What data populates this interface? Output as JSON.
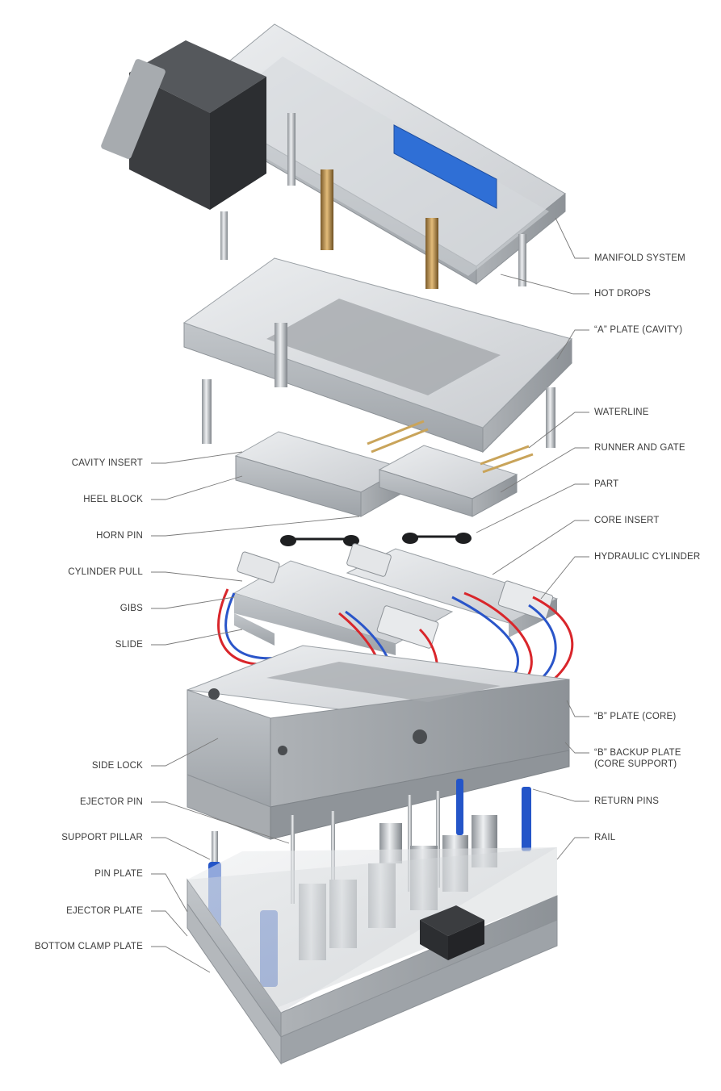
{
  "left_labels": [
    {
      "key": "cavity_insert",
      "text": "CAVITY INSERT"
    },
    {
      "key": "heel_block",
      "text": "HEEL BLOCK"
    },
    {
      "key": "horn_pin",
      "text": "HORN PIN"
    },
    {
      "key": "cylinder_pull",
      "text": "CYLINDER PULL"
    },
    {
      "key": "gibs",
      "text": "GIBS"
    },
    {
      "key": "slide",
      "text": "SLIDE"
    },
    {
      "key": "side_lock",
      "text": "SIDE LOCK"
    },
    {
      "key": "ejector_pin",
      "text": "EJECTOR PIN"
    },
    {
      "key": "support_pillar",
      "text": "SUPPORT PILLAR"
    },
    {
      "key": "pin_plate",
      "text": "PIN PLATE"
    },
    {
      "key": "ejector_plate",
      "text": "EJECTOR PLATE"
    },
    {
      "key": "bottom_clamp_plate",
      "text": "BOTTOM CLAMP PLATE"
    }
  ],
  "right_labels": [
    {
      "key": "manifold_system",
      "text": "MANIFOLD SYSTEM"
    },
    {
      "key": "hot_drops",
      "text": "HOT DROPS"
    },
    {
      "key": "a_plate",
      "text": "“A” PLATE (CAVITY)"
    },
    {
      "key": "waterline",
      "text": "WATERLINE"
    },
    {
      "key": "runner_and_gate",
      "text": "RUNNER AND GATE"
    },
    {
      "key": "part",
      "text": "PART"
    },
    {
      "key": "core_insert",
      "text": "CORE INSERT"
    },
    {
      "key": "hydraulic_cylinder",
      "text": "HYDRAULIC CYLINDER"
    },
    {
      "key": "b_plate",
      "text": "“B” PLATE (CORE)"
    },
    {
      "key": "b_backup_plate_1",
      "text": "“B” BACKUP PLATE"
    },
    {
      "key": "b_backup_plate_2",
      "text": "(CORE SUPPORT)"
    },
    {
      "key": "return_pins",
      "text": "RETURN PINS"
    },
    {
      "key": "rail",
      "text": "RAIL"
    }
  ],
  "colors": {
    "steel_light": "#dcdfe2",
    "steel_mid": "#b9bdc1",
    "steel_dark": "#8d9297",
    "heater_box": "#3b3d40",
    "blue_panel": "#2f6fd6",
    "brass": "#b58a4a",
    "hose_red": "#d9262b",
    "hose_blue": "#2a55c9",
    "spring_blue": "#2455c8",
    "leader_line": "#7a7a7a",
    "label_text": "#3a3a3a"
  }
}
